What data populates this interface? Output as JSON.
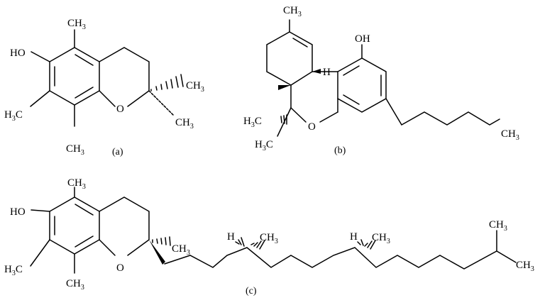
{
  "figure": {
    "molecules": [
      {
        "caption": "(a)",
        "atom_labels": [
          {
            "id": "ho",
            "text": "HO"
          },
          {
            "id": "me_top",
            "text": "CH",
            "sub": "3"
          },
          {
            "id": "me_left",
            "main": "H",
            "sub": "3",
            "tail": "C"
          },
          {
            "id": "me_bottom",
            "text": "CH",
            "sub": "3"
          },
          {
            "id": "o_ring",
            "text": "O"
          },
          {
            "id": "me_wedge",
            "text": "CH",
            "sub": "3"
          },
          {
            "id": "me_dash",
            "text": "CH",
            "sub": "3"
          }
        ]
      },
      {
        "caption": "(b)",
        "atom_labels": [
          {
            "id": "me_top",
            "text": "CH",
            "sub": "3"
          },
          {
            "id": "oh",
            "text": "OH"
          },
          {
            "id": "h_ring",
            "text": "H"
          },
          {
            "id": "me_hash",
            "main": "H",
            "sub": "3",
            "tail": "C"
          },
          {
            "id": "me_low",
            "main": "H",
            "sub": "3",
            "tail": "C"
          },
          {
            "id": "o_ring",
            "text": "O"
          },
          {
            "id": "me_end",
            "text": "CH",
            "sub": "3"
          }
        ]
      },
      {
        "caption": "(c)",
        "atom_labels": [
          {
            "id": "me_top",
            "text": "CH",
            "sub": "3"
          },
          {
            "id": "ho",
            "text": "HO"
          },
          {
            "id": "me_left",
            "main": "H",
            "sub": "3",
            "tail": "C"
          },
          {
            "id": "me_bottom",
            "text": "CH",
            "sub": "3"
          },
          {
            "id": "o_ring",
            "text": "O"
          },
          {
            "id": "me_c2",
            "text": "CH",
            "sub": "3"
          },
          {
            "id": "h1",
            "text": "H"
          },
          {
            "id": "me_c4",
            "text": "CH",
            "sub": "3"
          },
          {
            "id": "h2",
            "text": "H"
          },
          {
            "id": "me_c8",
            "text": "CH",
            "sub": "3"
          },
          {
            "id": "me_t1",
            "text": "CH",
            "sub": "3"
          },
          {
            "id": "me_t2",
            "text": "CH",
            "sub": "3"
          }
        ]
      }
    ]
  }
}
